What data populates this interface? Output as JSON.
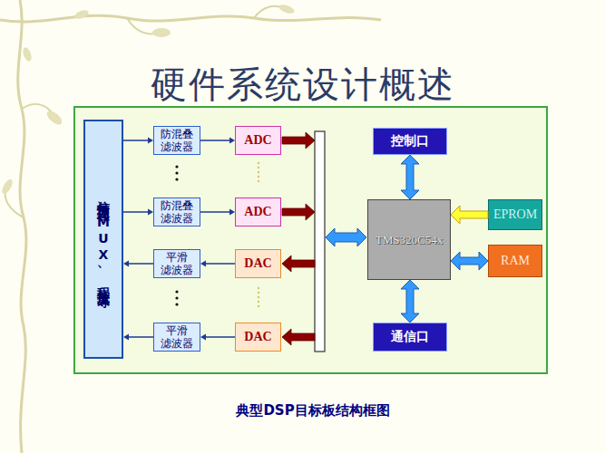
{
  "diagram": {
    "title": "硬件系统设计概述",
    "caption": "典型DSP目标板结构框图",
    "nodes": [
      {
        "text": [
          "信号预处理、MUX、程控放大等"
        ]
      },
      {
        "text": [
          "防混叠 滤波器"
        ]
      },
      {
        "text": [
          "ADC"
        ]
      },
      {
        "text": [
          "防混叠 滤波器"
        ]
      },
      {
        "text": [
          "ADC"
        ]
      },
      {
        "text": [
          "平滑 滤波器"
        ]
      },
      {
        "text": [
          "DAC"
        ]
      },
      {
        "text": [
          "平滑 滤波器"
        ]
      },
      {
        "text": [
          "DAC"
        ]
      },
      {
        "text": [
          "控制口"
        ]
      },
      {
        "text": [
          "TMS320C54x"
        ]
      },
      {
        "text": [
          "EPROM"
        ]
      },
      {
        "text": [
          "RAM"
        ]
      },
      {
        "text": [
          "通信口"
        ]
      }
    ],
    "edges": [
      {
        "from": 0,
        "to": 1,
        "arrow": "to"
      },
      {
        "from": 1,
        "to": 2,
        "arrow": "to"
      },
      {
        "from": 0,
        "to": 3,
        "arrow": "to"
      },
      {
        "from": 3,
        "to": 4,
        "arrow": "to"
      },
      {
        "from": 6,
        "to": 5,
        "arrow": "to"
      },
      {
        "from": 5,
        "to": 0,
        "arrow": "to"
      },
      {
        "from": 8,
        "to": 7,
        "arrow": "to"
      },
      {
        "from": 7,
        "to": 0,
        "arrow": "to"
      },
      {
        "from": 9,
        "to": 10,
        "arrow": "both"
      },
      {
        "from": 11,
        "to": 10,
        "arrow": "to"
      },
      {
        "from": 12,
        "to": 10,
        "arrow": "both"
      },
      {
        "from": 10,
        "to": 13,
        "arrow": "both"
      }
    ]
  }
}
